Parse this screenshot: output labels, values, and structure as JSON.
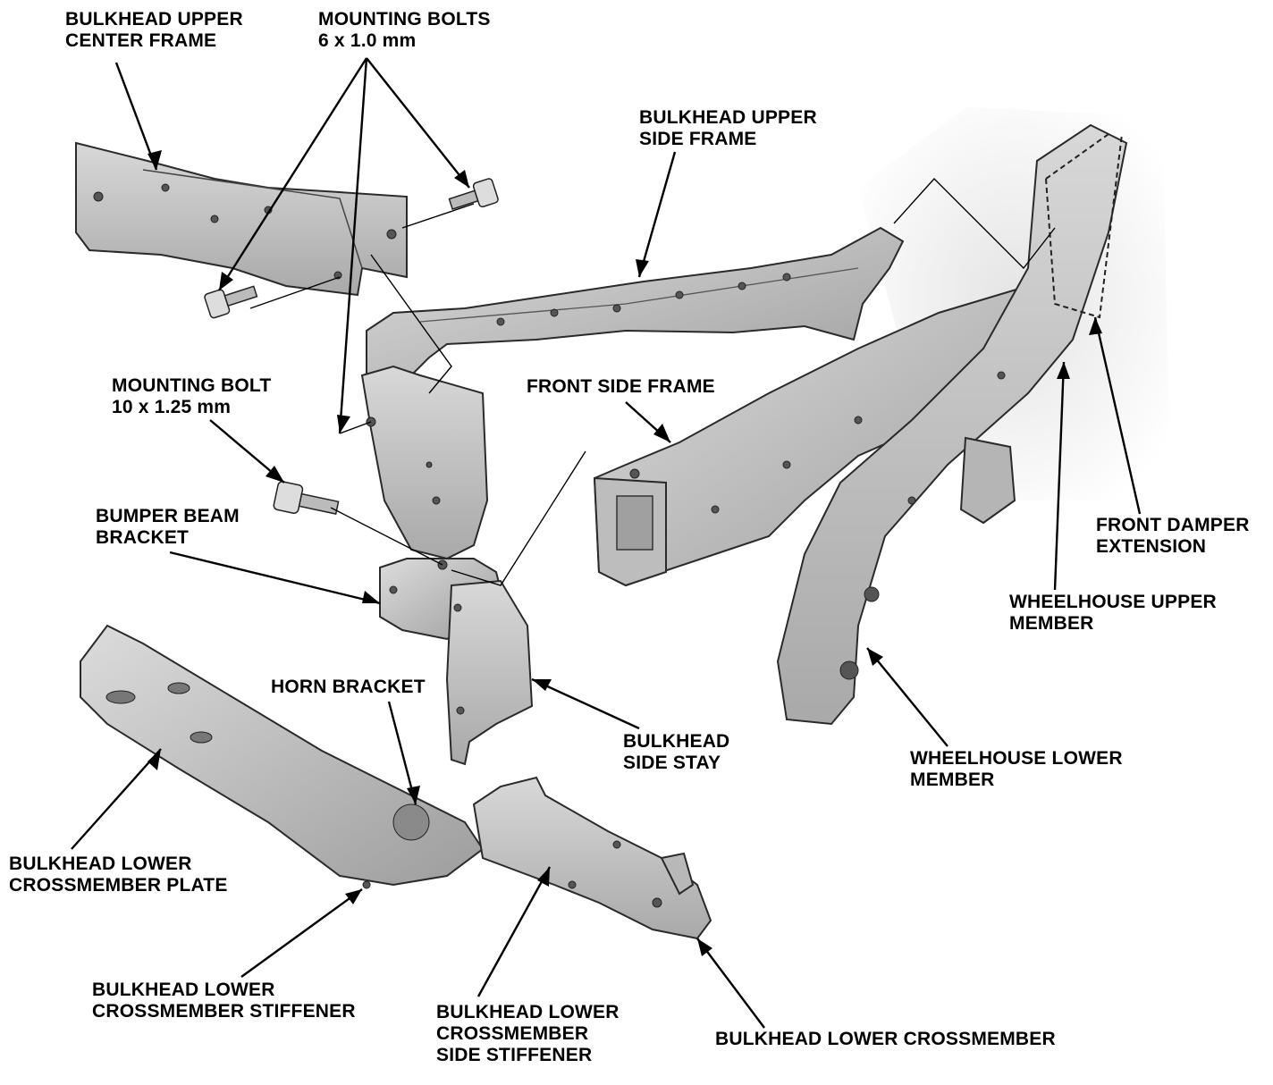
{
  "labels": {
    "bulkhead_upper_center_frame": [
      "BULKHEAD UPPER",
      "CENTER FRAME"
    ],
    "mounting_bolts": [
      "MOUNTING BOLTS",
      "6 x 1.0 mm"
    ],
    "bulkhead_upper_side_frame": [
      "BULKHEAD UPPER",
      "SIDE FRAME"
    ],
    "mounting_bolt": [
      "MOUNTING BOLT",
      "10 x 1.25 mm"
    ],
    "front_side_frame": [
      "FRONT SIDE FRAME"
    ],
    "bumper_beam_bracket": [
      "BUMPER BEAM",
      "BRACKET"
    ],
    "front_damper_extension": [
      "FRONT DAMPER",
      "EXTENSION"
    ],
    "wheelhouse_upper_member": [
      "WHEELHOUSE UPPER",
      "MEMBER"
    ],
    "horn_bracket": [
      "HORN BRACKET"
    ],
    "bulkhead_side_stay": [
      "BULKHEAD",
      "SIDE STAY"
    ],
    "wheelhouse_lower_member": [
      "WHEELHOUSE LOWER",
      "MEMBER"
    ],
    "bulkhead_lower_crossmember_plate": [
      "BULKHEAD LOWER",
      "CROSSMEMBER PLATE"
    ],
    "bulkhead_lower_crossmember_stiffener": [
      "BULKHEAD LOWER",
      "CROSSMEMBER STIFFENER"
    ],
    "bulkhead_lower_crossmember_side_stiffener": [
      "BULKHEAD LOWER",
      "CROSSMEMBER",
      "SIDE STIFFENER"
    ],
    "bulkhead_lower_crossmember": [
      "BULKHEAD LOWER CROSSMEMBER"
    ]
  },
  "colors": {
    "part_fill": "#c9c9c9",
    "part_shade": "#a8a8a8",
    "background_body": "#e6e6e6",
    "line": "#000000"
  }
}
